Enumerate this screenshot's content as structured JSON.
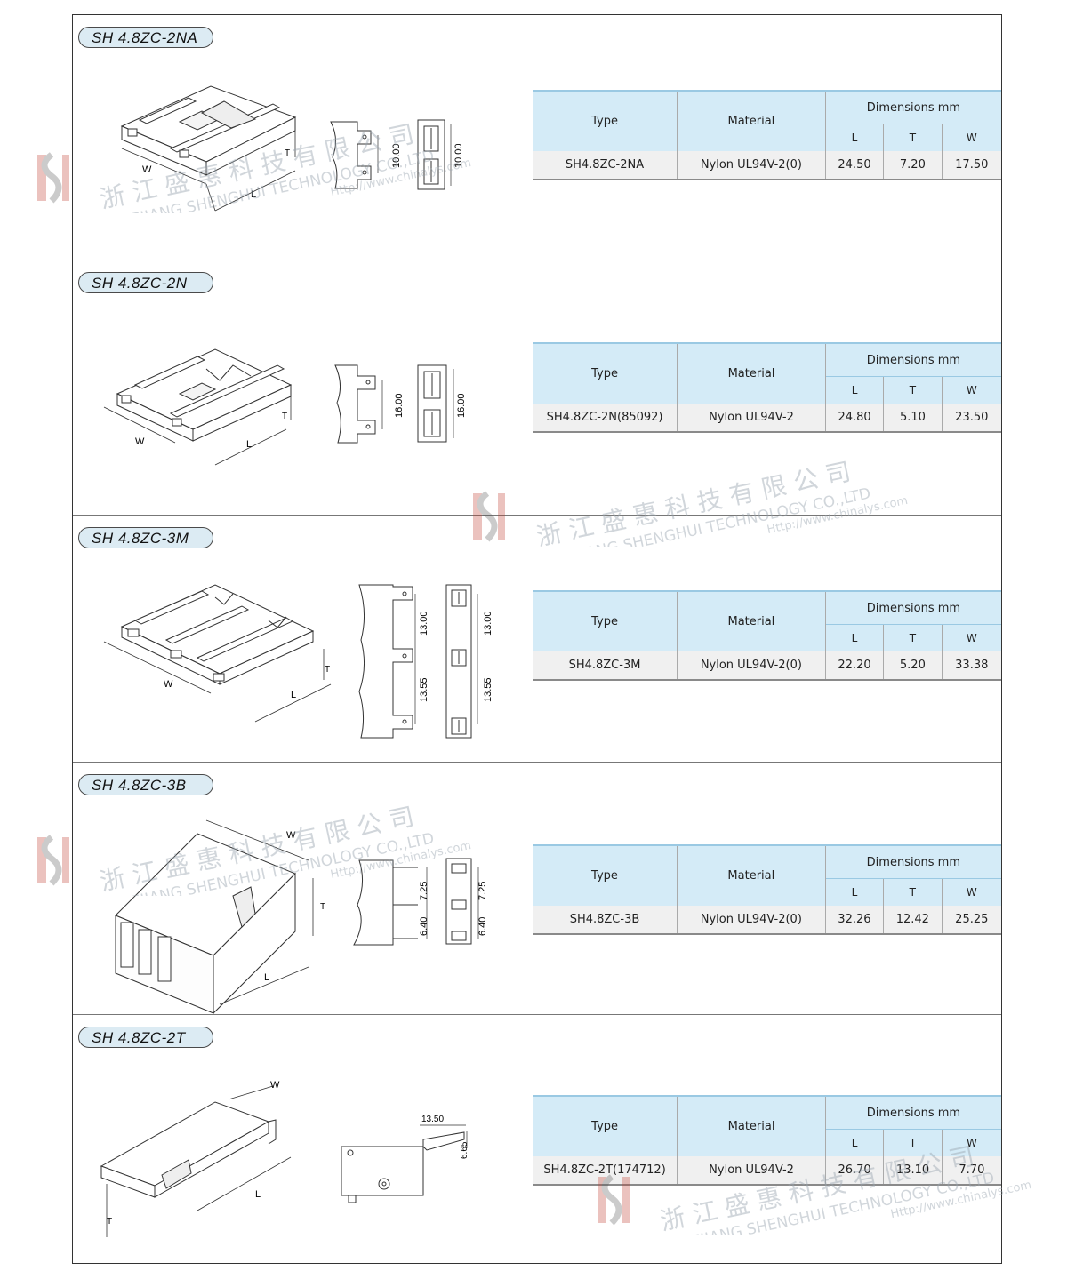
{
  "table_headers": {
    "type": "Type",
    "material": "Material",
    "dimensions": "Dimensions mm",
    "l": "L",
    "t": "T",
    "w": "W"
  },
  "drawing_labels": {
    "w": "W",
    "l": "L",
    "t": "T"
  },
  "products": [
    {
      "title": "SH 4.8ZC-2NA",
      "type": "SH4.8ZC-2NA",
      "material": "Nylon UL94V-2(0)",
      "L": "24.50",
      "T": "7.20",
      "W": "17.50",
      "dims": [
        "10.00",
        "10.00"
      ]
    },
    {
      "title": "SH 4.8ZC-2N",
      "type": "SH4.8ZC-2N(85092)",
      "material": "Nylon UL94V-2",
      "L": "24.80",
      "T": "5.10",
      "W": "23.50",
      "dims": [
        "16.00",
        "16.00"
      ]
    },
    {
      "title": "SH 4.8ZC-3M",
      "type": "SH4.8ZC-3M",
      "material": "Nylon UL94V-2(0)",
      "L": "22.20",
      "T": "5.20",
      "W": "33.38",
      "dims": [
        "13.00",
        "13.55",
        "13.00",
        "13.55"
      ]
    },
    {
      "title": "SH 4.8ZC-3B",
      "type": "SH4.8ZC-3B",
      "material": "Nylon UL94V-2(0)",
      "L": "32.26",
      "T": "12.42",
      "W": "25.25",
      "dims": [
        "7.25",
        "6.40",
        "7.25",
        "6.40"
      ]
    },
    {
      "title": "SH 4.8ZC-2T",
      "type": "SH4.8ZC-2T(174712)",
      "material": "Nylon UL94V-2",
      "L": "26.70",
      "T": "13.10",
      "W": "7.70",
      "dims": [
        "13.50",
        "6.65"
      ]
    }
  ],
  "watermark": {
    "cn": "浙 江 盛 惠 科 技 有 限 公 司",
    "en": "ZHEJIANG SHENGHUI TECHNOLOGY CO.,LTD",
    "url": "Http://www.chinalys.com",
    "logo_color": "#c0392b"
  }
}
